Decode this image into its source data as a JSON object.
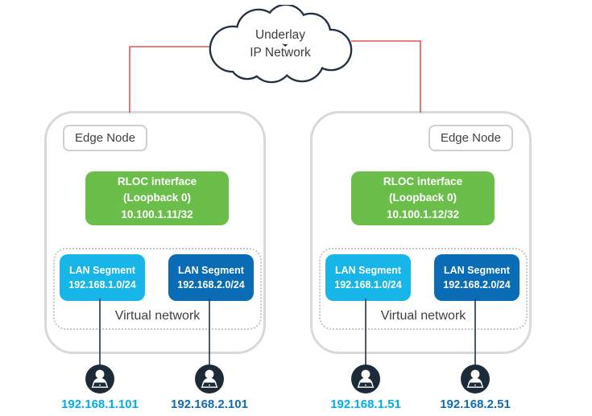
{
  "cloud": {
    "line1": "Underlay",
    "line2": "IP Network"
  },
  "edge_nodes": [
    {
      "label": "Edge Node",
      "rloc": {
        "line1": "RLOC interface",
        "line2": "(Loopback 0)",
        "line3": "10.100.1.11/32"
      },
      "virtual_network_label": "Virtual network",
      "lan_segments": [
        {
          "title": "LAN Segment",
          "subnet": "192.168.1.0/24"
        },
        {
          "title": "LAN Segment",
          "subnet": "192.168.2.0/24"
        }
      ]
    },
    {
      "label": "Edge Node",
      "rloc": {
        "line1": "RLOC interface",
        "line2": "(Loopback 0)",
        "line3": "10.100.1.12/32"
      },
      "virtual_network_label": "Virtual network",
      "lan_segments": [
        {
          "title": "LAN Segment",
          "subnet": "192.168.1.0/24"
        },
        {
          "title": "LAN Segment",
          "subnet": "192.168.2.0/24"
        }
      ]
    }
  ],
  "clients": [
    {
      "ip": "192.168.1.101"
    },
    {
      "ip": "192.168.2.101"
    },
    {
      "ip": "192.168.1.51"
    },
    {
      "ip": "192.168.2.51"
    }
  ],
  "colors": {
    "cloud_outline": "#223042",
    "node_border": "#d9d9d9",
    "rloc_green": "#6cbe4b",
    "lan_cyan": "#17b5e8",
    "lan_blue": "#0a6cb5",
    "underlay_link_red": "#e05353",
    "client_link_dark": "#2e3d54",
    "client_ip_cyan": "#00aeea",
    "client_ip_blue": "#0f6db6",
    "user_icon_bg": "#1d2b39"
  }
}
